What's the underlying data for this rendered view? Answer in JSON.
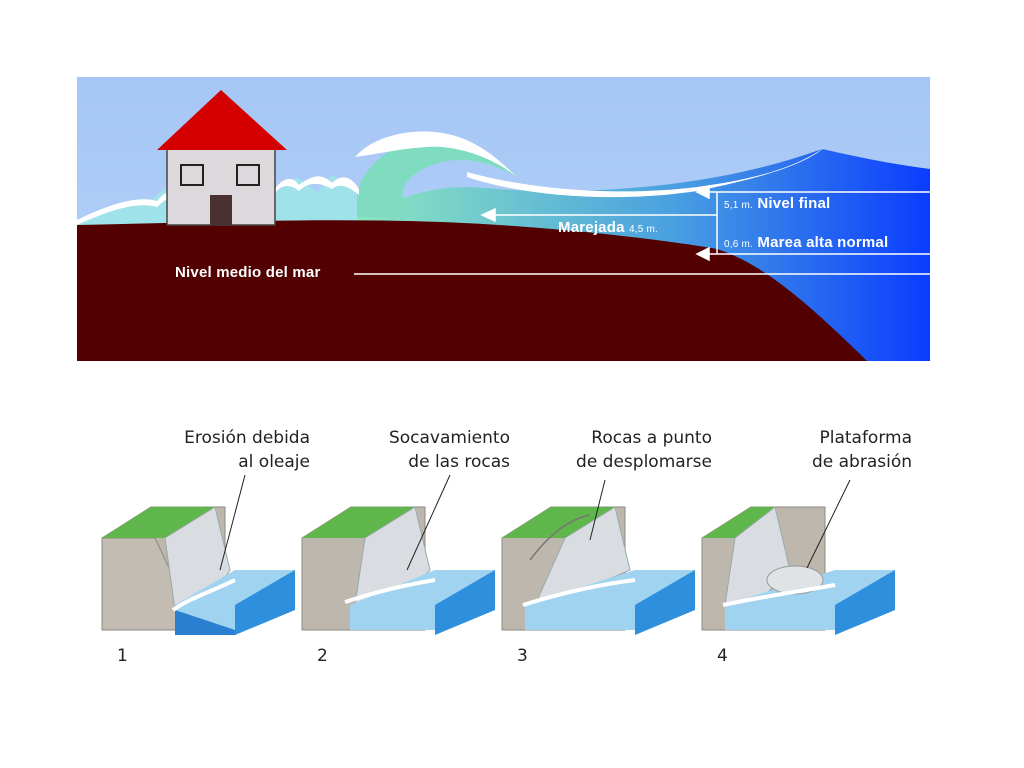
{
  "storm_surge": {
    "labels": {
      "final_level_value": "5,1 m.",
      "final_level_text": "Nivel final",
      "surge_text": "Marejada",
      "surge_value": "4,5 m.",
      "high_tide_value": "0,6 m.",
      "high_tide_text": "Marea alta normal",
      "mean_sea_level": "Nivel medio del mar"
    },
    "colors": {
      "sky": "#a9c9f5",
      "ground": "#520000",
      "sea_deep": "#0a3cff",
      "wave": "#7fe0c0",
      "roof": "#d40000"
    }
  },
  "stages": [
    {
      "number": "1",
      "caption_line1": "Erosión debida",
      "caption_line2": "al oleaje"
    },
    {
      "number": "2",
      "caption_line1": "Socavamiento",
      "caption_line2": "de las rocas"
    },
    {
      "number": "3",
      "caption_line1": "Rocas a punto",
      "caption_line2": "de desplomarse"
    },
    {
      "number": "4",
      "caption_line1": "Plataforma",
      "caption_line2": "de abrasión"
    }
  ]
}
